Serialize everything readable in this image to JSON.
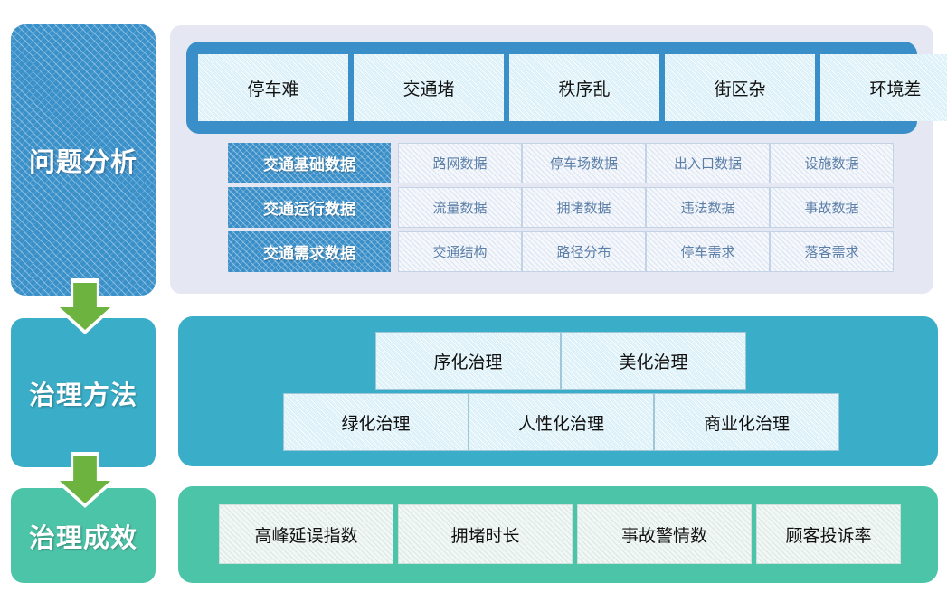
{
  "stages": [
    {
      "label": "问题分析",
      "color": "#3a90c9"
    },
    {
      "label": "治理方法",
      "color": "#3aaec8"
    },
    {
      "label": "治理成效",
      "color": "#4cc4a8"
    }
  ],
  "problem_analysis": {
    "problems": [
      {
        "label": "停车难"
      },
      {
        "label": "交通堵"
      },
      {
        "label": "秩序乱"
      },
      {
        "label": "街区杂"
      },
      {
        "label": "环境差"
      }
    ],
    "data_rows": [
      {
        "label": "交通基础数据",
        "cells": [
          "路网数据",
          "停车场数据",
          "出入口数据",
          "设施数据"
        ]
      },
      {
        "label": "交通运行数据",
        "cells": [
          "流量数据",
          "拥堵数据",
          "违法数据",
          "事故数据"
        ]
      },
      {
        "label": "交通需求数据",
        "cells": [
          "交通结构",
          "路径分布",
          "停车需求",
          "落客需求"
        ]
      }
    ]
  },
  "methods": {
    "top_row": [
      "序化治理",
      "美化治理"
    ],
    "bottom_row": [
      "绿化治理",
      "人性化治理",
      "商业化治理"
    ]
  },
  "effects": {
    "items": [
      "高峰延误指数",
      "拥堵时长",
      "事故警情数",
      "顾客投诉率"
    ]
  },
  "colors": {
    "blue": "#3a8fc8",
    "teal": "#3aaec8",
    "mint": "#4cc4a8",
    "arrow_green": "#6cb33f",
    "panel_lavender": "#e5e8f3",
    "box_lightblue": "#d6eef8"
  }
}
